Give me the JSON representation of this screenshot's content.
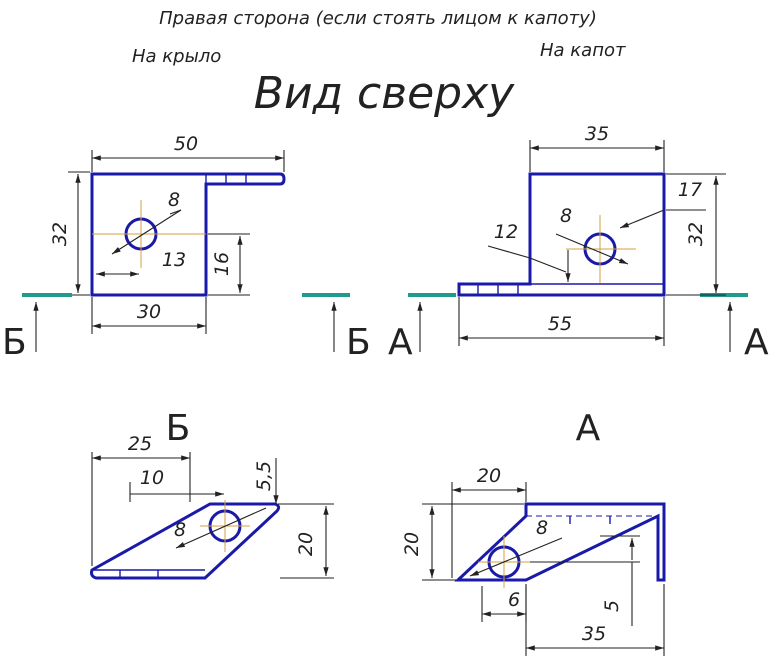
{
  "header": {
    "title_note": "Правая сторона (если стоять лицом к капоту)",
    "left_side_label": "На крыло",
    "right_side_label": "На капот",
    "view_title": "Вид сверху"
  },
  "section_labels": {
    "b_left": "Б",
    "b_right": "Б",
    "a_left": "А",
    "a_right": "А",
    "b_view": "Б",
    "a_view": "А"
  },
  "dims": {
    "top_left": {
      "width_50": "50",
      "height_32": "32",
      "hole_8": "8",
      "hole_13": "13",
      "hole_16": "16",
      "base_30": "30"
    },
    "top_right": {
      "width_35": "35",
      "offset_17": "17",
      "hole_8": "8",
      "flange_12": "12",
      "height_32": "32",
      "base_55": "55"
    },
    "section_b": {
      "w_25": "25",
      "w_10": "10",
      "t_55": "5,5",
      "hole_8": "8",
      "h_20": "20"
    },
    "section_a": {
      "w_20": "20",
      "h_20": "20",
      "hole_8": "8",
      "d_6": "6",
      "d_5": "5",
      "w_35": "35"
    }
  },
  "colors": {
    "part": "#1a1aa8",
    "ground": "#1f9a8c",
    "centerline": "#d6a040"
  }
}
